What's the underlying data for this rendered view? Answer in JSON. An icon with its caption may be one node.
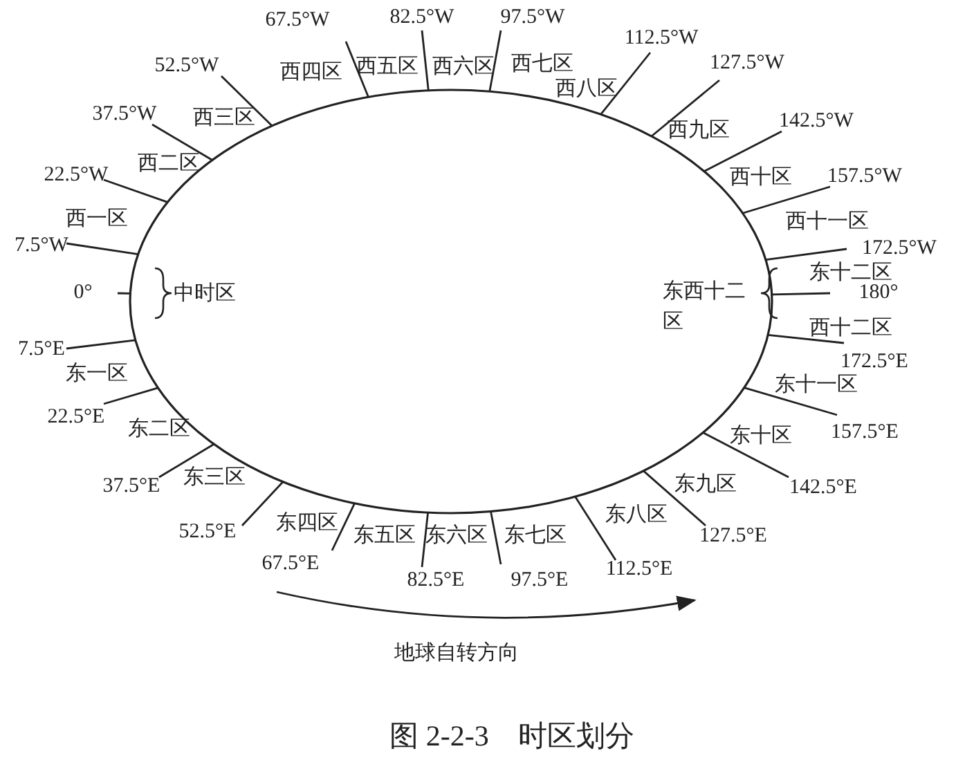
{
  "diagram": {
    "caption": "图 2-2-3　时区划分",
    "labels": [
      "67.5°W",
      "82.5°W",
      "97.5°W",
      "112.5°W",
      "127.5°W",
      "142.5°W",
      "157.5°W",
      "172.5°W",
      "180°",
      "172.5°E",
      "157.5°E",
      "142.5°E",
      "127.5°E",
      "112.5°E",
      "97.5°E",
      "82.5°E",
      "67.5°E",
      "52.5°E",
      "37.5°E",
      "22.5°E",
      "7.5°E",
      "0°",
      "7.5°W",
      "22.5°W",
      "37.5°W",
      "52.5°W",
      "西一区",
      "西二区",
      "西三区",
      "西四区",
      "西五区",
      "西六区",
      "西七区",
      "西八区",
      "西九区",
      "西十区",
      "西十一区",
      "东十二区",
      "西十二区",
      "东十一区",
      "东十区",
      "东九区",
      "东八区",
      "东七区",
      "东六区",
      "东五区",
      "东四区",
      "东三区",
      "东二区",
      "东一区",
      "中时区",
      "东西十二区",
      "地球自转方向"
    ]
  }
}
